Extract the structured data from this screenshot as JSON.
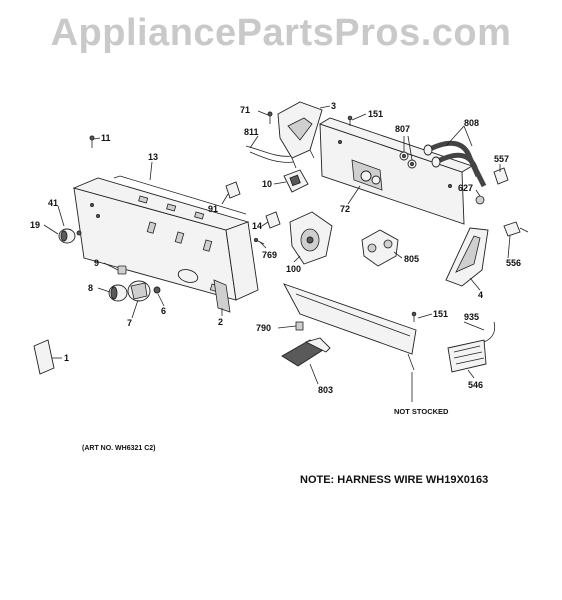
{
  "watermark": "AppliancePartsPros.com",
  "art_number": "(ART NO. WH6321 C2)",
  "note": "NOTE: HARNESS WIRE WH19X0163",
  "not_stocked": "NOT STOCKED",
  "callouts": {
    "c71": "71",
    "c3": "3",
    "c151a": "151",
    "c807": "807",
    "c808": "808",
    "c11": "11",
    "c811": "811",
    "c13": "13",
    "c557": "557",
    "c10": "10",
    "c627": "627",
    "c41": "41",
    "c91": "91",
    "c72": "72",
    "c19": "19",
    "c14": "14",
    "c556": "556",
    "c769": "769",
    "c805": "805",
    "c9": "9",
    "c100": "100",
    "c4": "4",
    "c8": "8",
    "c6": "6",
    "c2": "2",
    "c151b": "151",
    "c935": "935",
    "c7": "7",
    "c790": "790",
    "c1": "1",
    "c803": "803",
    "c546": "546"
  }
}
